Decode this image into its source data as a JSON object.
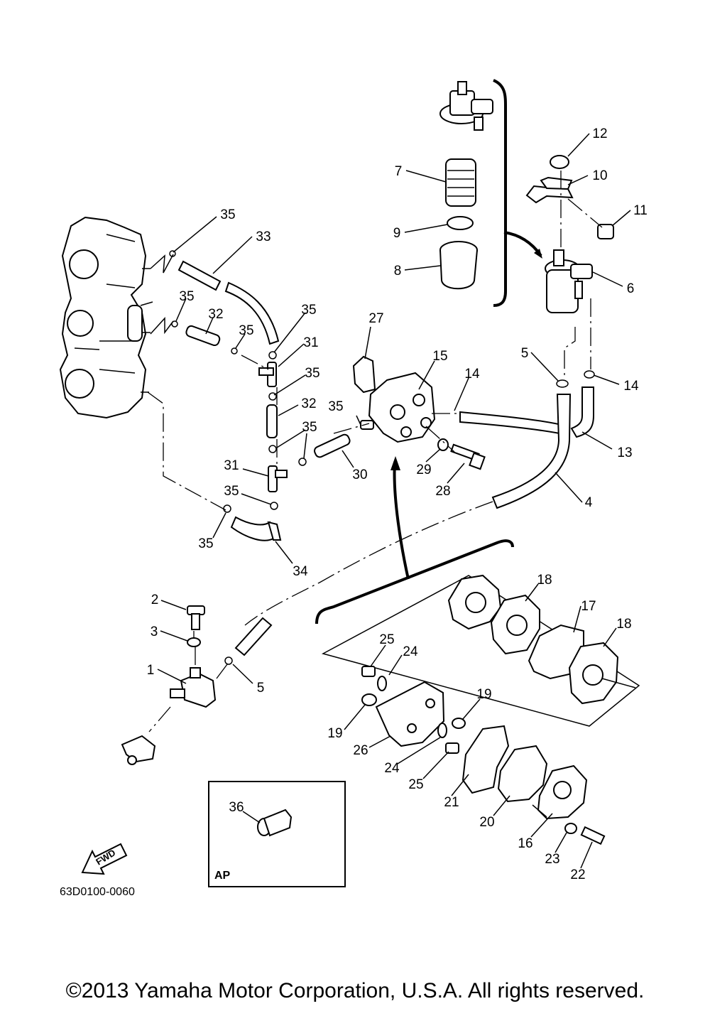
{
  "callouts": [
    {
      "id": "c35a",
      "label": "35"
    },
    {
      "id": "c33",
      "label": "33"
    },
    {
      "id": "c35b",
      "label": "35"
    },
    {
      "id": "c32a",
      "label": "32"
    },
    {
      "id": "c35c",
      "label": "35"
    },
    {
      "id": "c35d",
      "label": "35"
    },
    {
      "id": "c31a",
      "label": "31"
    },
    {
      "id": "c35e",
      "label": "35"
    },
    {
      "id": "c32b",
      "label": "32"
    },
    {
      "id": "c35f",
      "label": "35"
    },
    {
      "id": "c35g",
      "label": "35"
    },
    {
      "id": "c31b",
      "label": "31"
    },
    {
      "id": "c35h",
      "label": "35"
    },
    {
      "id": "c35i",
      "label": "35"
    },
    {
      "id": "c34",
      "label": "34"
    },
    {
      "id": "c27",
      "label": "27"
    },
    {
      "id": "c15",
      "label": "15"
    },
    {
      "id": "c14a",
      "label": "14"
    },
    {
      "id": "c30",
      "label": "30"
    },
    {
      "id": "c29",
      "label": "29"
    },
    {
      "id": "c28",
      "label": "28"
    },
    {
      "id": "c7",
      "label": "7"
    },
    {
      "id": "c9",
      "label": "9"
    },
    {
      "id": "c8",
      "label": "8"
    },
    {
      "id": "c12",
      "label": "12"
    },
    {
      "id": "c10",
      "label": "10"
    },
    {
      "id": "c11",
      "label": "11"
    },
    {
      "id": "c6",
      "label": "6"
    },
    {
      "id": "c5a",
      "label": "5"
    },
    {
      "id": "c14b",
      "label": "14"
    },
    {
      "id": "c13",
      "label": "13"
    },
    {
      "id": "c4",
      "label": "4"
    },
    {
      "id": "c2",
      "label": "2"
    },
    {
      "id": "c3",
      "label": "3"
    },
    {
      "id": "c1",
      "label": "1"
    },
    {
      "id": "c5b",
      "label": "5"
    },
    {
      "id": "c18a",
      "label": "18"
    },
    {
      "id": "c17",
      "label": "17"
    },
    {
      "id": "c18b",
      "label": "18"
    },
    {
      "id": "c25a",
      "label": "25"
    },
    {
      "id": "c24a",
      "label": "24"
    },
    {
      "id": "c19a",
      "label": "19"
    },
    {
      "id": "c19b",
      "label": "19"
    },
    {
      "id": "c26",
      "label": "26"
    },
    {
      "id": "c24b",
      "label": "24"
    },
    {
      "id": "c25b",
      "label": "25"
    },
    {
      "id": "c21",
      "label": "21"
    },
    {
      "id": "c20",
      "label": "20"
    },
    {
      "id": "c16",
      "label": "16"
    },
    {
      "id": "c23",
      "label": "23"
    },
    {
      "id": "c22",
      "label": "22"
    },
    {
      "id": "c36",
      "label": "36"
    }
  ],
  "inset_label": "AP",
  "fwd_label": "FWD",
  "drawing_number": "63D0100-0060",
  "copyright": "©2013 Yamaha Motor Corporation, U.S.A. All rights reserved."
}
